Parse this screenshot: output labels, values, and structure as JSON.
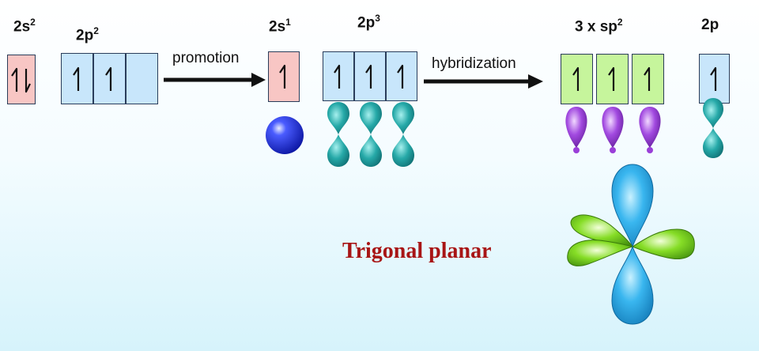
{
  "labels": {
    "s_ground": {
      "base": "2s",
      "sup": "2"
    },
    "p_ground": {
      "base": "2p",
      "sup": "2"
    },
    "s_excited": {
      "base": "2s",
      "sup": "1"
    },
    "p_excited": {
      "base": "2p",
      "sup": "3"
    },
    "hybrid": {
      "base": "3 x sp",
      "sup": "2"
    },
    "p_remaining": "2p"
  },
  "arrows": {
    "promotion": "promotion",
    "hybridization": "hybridization"
  },
  "caption": "Trigonal planar",
  "colors": {
    "s_box": "#f8c6c4",
    "p_box": "#c8e6fb",
    "sp2_box": "#c6f59c",
    "s_orbital": "#1c2fd6",
    "p_orbital": "#1fa3a3",
    "sp2_orbital": "#9a3fd8",
    "caption": "#a81515",
    "trigonal_green": "#7ad61c",
    "trigonal_blue": "#2fb2ec"
  },
  "electron_config": {
    "ground_2s": [
      "up-down"
    ],
    "ground_2p": [
      "up",
      "up",
      "empty"
    ],
    "excited_2s": [
      "up"
    ],
    "excited_2p": [
      "up",
      "up",
      "up"
    ],
    "sp2": [
      "up",
      "up",
      "up"
    ],
    "remaining_2p": [
      "up"
    ]
  }
}
